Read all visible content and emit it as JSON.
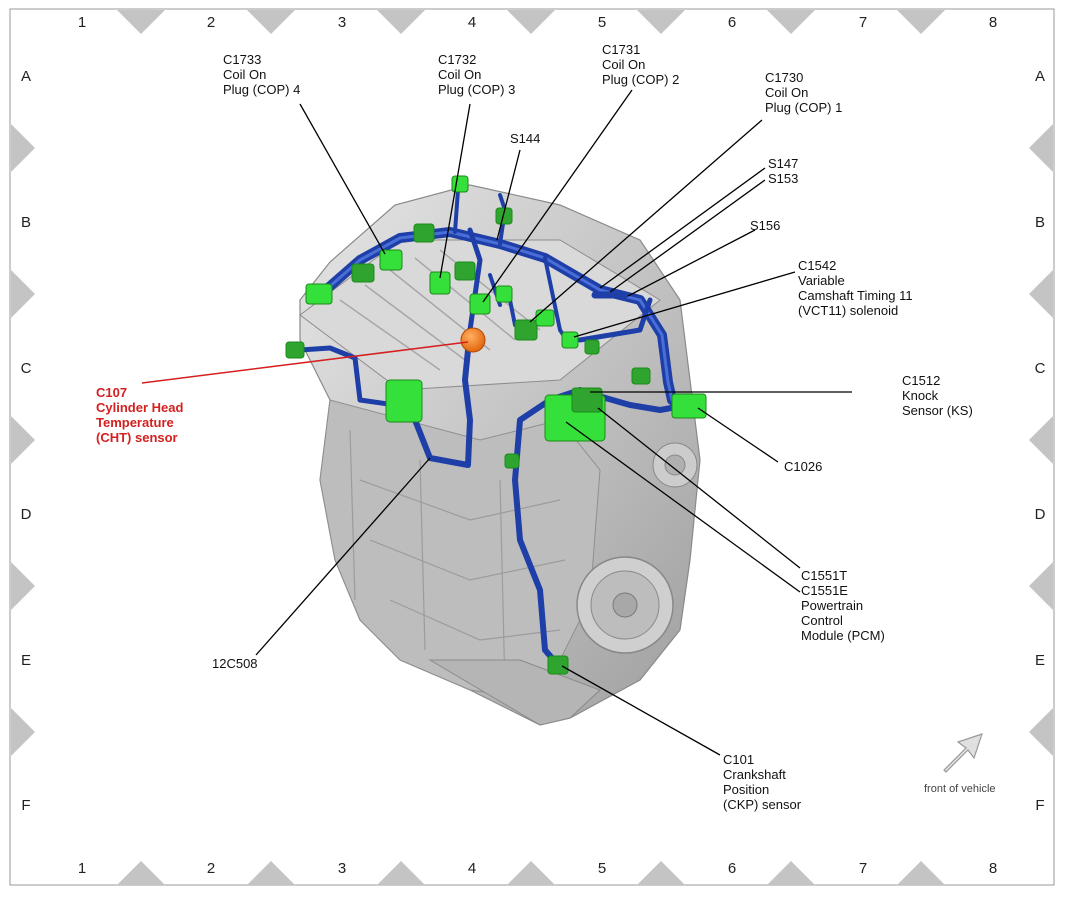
{
  "grid": {
    "columns": [
      "1",
      "2",
      "3",
      "4",
      "5",
      "6",
      "7",
      "8"
    ],
    "rows": [
      "A",
      "B",
      "C",
      "D",
      "E",
      "F"
    ]
  },
  "labels": {
    "c1733": "C1733\nCoil On\nPlug (COP) 4",
    "c1732": "C1732\nCoil On\nPlug (COP) 3",
    "c1731": "C1731\nCoil On\nPlug (COP) 2",
    "c1730": "C1730\nCoil On\nPlug (COP) 1",
    "s144": "S144",
    "s147_s153": "S147\nS153",
    "s156": "S156",
    "c1542": "C1542\nVariable\nCamshaft Timing 11\n(VCT11) solenoid",
    "c107": "C107\nCylinder Head\nTemperature\n(CHT) sensor",
    "c1512": "C1512\nKnock\nSensor (KS)",
    "c1026": "C1026",
    "c1551": "C1551T\nC1551E\nPowertrain\nControl\nModule (PCM)",
    "h12c508": "12C508",
    "c101": "C101\nCrankshaft\nPosition\n(CKP) sensor"
  },
  "front_of_vehicle": "front of vehicle",
  "colors": {
    "harness": "#1f3fa8",
    "connector": "#35e03a",
    "highlight_sensor": "#f07a1a",
    "highlight_text": "#d42020",
    "engine": "#c8c8c8"
  }
}
